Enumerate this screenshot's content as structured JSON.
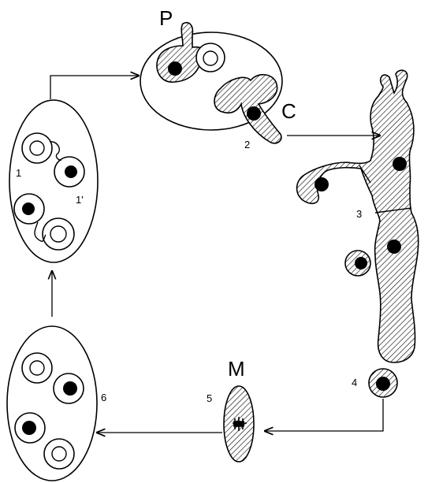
{
  "labels": {
    "p": "P",
    "c": "C",
    "m": "M",
    "stage1": "1",
    "stage1_prime": "1'",
    "stage2": "2",
    "stage3": "3",
    "stage4": "4",
    "stage5": "5",
    "stage6": "6"
  },
  "colors": {
    "stroke": "#000000",
    "hatch": "#000000",
    "nucleus": "#000000",
    "background": "#ffffff"
  }
}
